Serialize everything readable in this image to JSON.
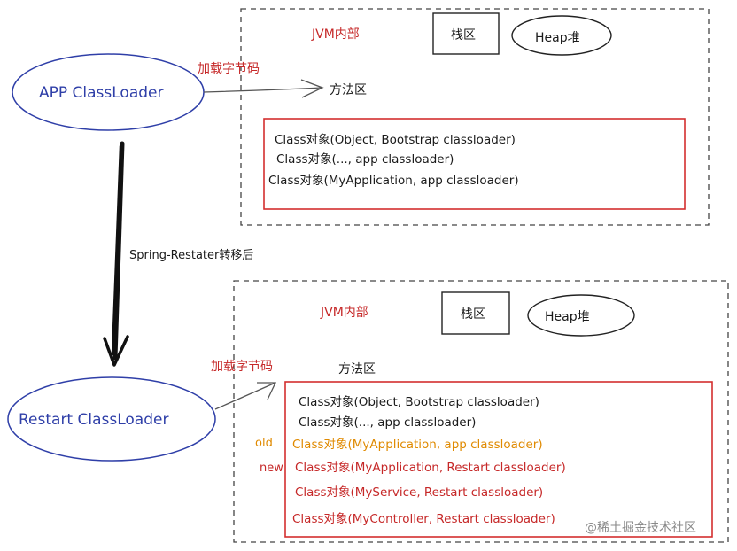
{
  "top_jvm": {
    "title": "JVM内部",
    "stack_label": "栈区",
    "heap_label": "Heap堆",
    "method_area_label": "方法区",
    "class_lines": [
      "Class对象(Object, Bootstrap classloader)",
      "Class对象(..., app classloader)",
      "Class对象(MyApplication, app classloader)"
    ]
  },
  "app_loader": {
    "label": "APP ClassLoader",
    "arrow_label": "加载字节码"
  },
  "transition_label": "Spring-Restater转移后",
  "bottom_jvm": {
    "title": "JVM内部",
    "stack_label": "栈区",
    "heap_label": "Heap堆",
    "method_area_label": "方法区",
    "class_lines": [
      "Class对象(Object, Bootstrap classloader)",
      "Class对象(..., app classloader)",
      "Class对象(MyApplication, app classloader)",
      "Class对象(MyApplication, Restart classloader)",
      "Class对象(MyService, Restart classloader)",
      "Class对象(MyController, Restart classloader)"
    ],
    "old_tag": "old",
    "new_tag": "new"
  },
  "restart_loader": {
    "label": "Restart ClassLoader",
    "arrow_label": "加载字节码"
  },
  "watermark": "@稀土掘金技术社区",
  "colors": {
    "red": "#c62828",
    "blue": "#2f3fa8",
    "orange": "#e08a00",
    "black": "#1a1a1a"
  }
}
